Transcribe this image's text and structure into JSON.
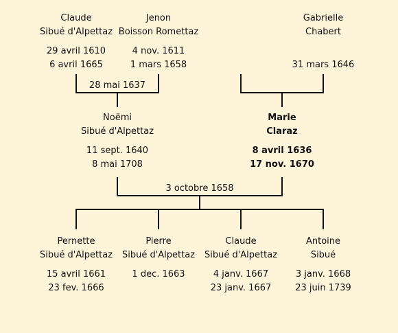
{
  "persons": {
    "p1": {
      "given": "Claude",
      "surname": "Sibué d'Alpettaz",
      "birth": "29 avril 1610",
      "death": "6 avril 1665"
    },
    "p2": {
      "given": "Jenon",
      "surname": "Boisson Romettaz",
      "birth": "4 nov. 1611",
      "death": "1 mars 1658"
    },
    "p3": {
      "given": "Gabrielle",
      "surname": "Chabert",
      "birth": "",
      "death": "31 mars 1646"
    },
    "p4": {
      "given": "Noëmi",
      "surname": "Sibué d'Alpettaz",
      "birth": "11 sept. 1640",
      "death": "8 mai 1708"
    },
    "p5": {
      "given": "Marie",
      "surname": "Claraz",
      "birth": "8 avril 1636",
      "death": "17 nov. 1670"
    },
    "c1": {
      "given": "Pernette",
      "surname": "Sibué d'Alpettaz",
      "birth": "15 avril 1661",
      "death": "23 fev. 1666"
    },
    "c2": {
      "given": "Pierre",
      "surname": "Sibué d'Alpettaz",
      "birth": "1 dec. 1663",
      "death": ""
    },
    "c3": {
      "given": "Claude",
      "surname": "Sibué d'Alpettaz",
      "birth": "4 janv. 1667",
      "death": "23 janv. 1667"
    },
    "c4": {
      "given": "Antoine",
      "surname": "Sibué",
      "birth": "3 janv. 1668",
      "death": "23 juin 1739"
    }
  },
  "marriages": {
    "m1": "28 mai 1637",
    "m2": "3 octobre 1658"
  }
}
